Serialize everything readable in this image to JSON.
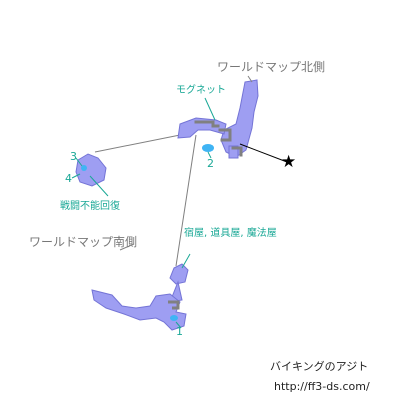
{
  "map": {
    "labels": {
      "world_north": "ワールドマップ北側",
      "world_south": "ワールドマップ南側",
      "moogle_net": "モグネット",
      "inn_shops": "宿屋, 道具屋, 魔法屋",
      "unable_battle_recovery": "戦闘不能回復"
    },
    "markers": {
      "m1": "1",
      "m2": "2",
      "m3": "3",
      "m4": "4",
      "star": "★"
    },
    "colors": {
      "cave": "#9e9ef2",
      "cave_edge": "#7474d6",
      "stair": "#808080",
      "spring": "#3fb4f4",
      "teal": "#1aa896",
      "line": "#808080"
    }
  },
  "credit": {
    "title": "バイキングのアジト",
    "url": "http://ff3-ds.com/"
  }
}
